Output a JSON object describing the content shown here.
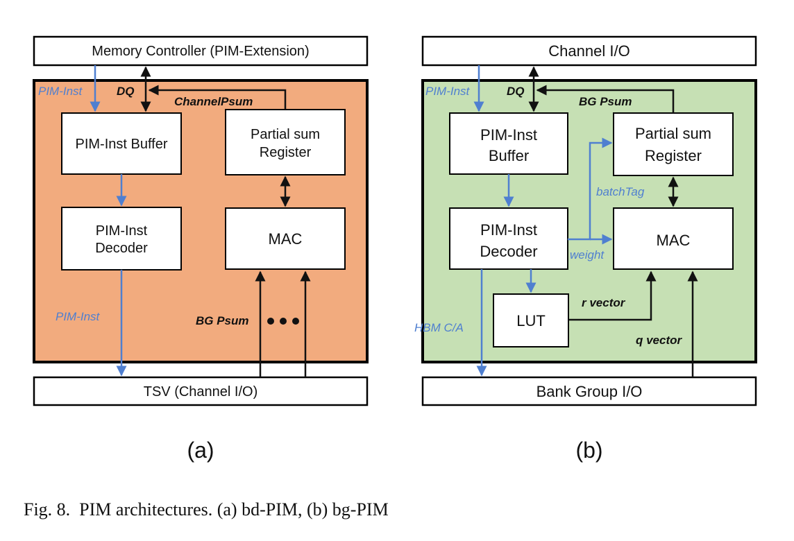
{
  "panel_a": {
    "label": "(a)",
    "top_bar": "Memory Controller (PIM-Extension)",
    "bottom_bar": "TSV (Channel I/O)",
    "inst_buffer": "PIM-Inst Buffer",
    "decoder": [
      "PIM-Inst",
      "Decoder"
    ],
    "psum_register": [
      "Partial sum",
      "Register"
    ],
    "mac": "MAC",
    "signals": {
      "pim_inst_top": "PIM-Inst",
      "dq": "DQ",
      "channel_psum": "ChannelPsum",
      "pim_inst_bottom": "PIM-Inst",
      "bg_psum": "BG Psum"
    },
    "colors": {
      "background": "#f2ab7e"
    }
  },
  "panel_b": {
    "label": "(b)",
    "top_bar": "Channel I/O",
    "bottom_bar": "Bank Group I/O",
    "inst_buffer": [
      "PIM-Inst",
      "Buffer"
    ],
    "decoder": [
      "PIM-Inst",
      "Decoder"
    ],
    "psum_register": [
      "Partial sum",
      "Register"
    ],
    "mac": "MAC",
    "lut": "LUT",
    "signals": {
      "pim_inst": "PIM-Inst",
      "dq": "DQ",
      "bg_psum": "BG Psum",
      "batch_tag": "batchTag",
      "weight": "weight",
      "r_vector": "r vector",
      "q_vector": "q vector",
      "hbm_ca": "HBM C/A"
    },
    "colors": {
      "background": "#c6e0b4"
    }
  },
  "caption": "Fig. 8.  PIM architectures. (a) bd-PIM, (b) bg-PIM",
  "colors": {
    "blue_signal": "#4f7fd0",
    "black_signal": "#111111"
  }
}
